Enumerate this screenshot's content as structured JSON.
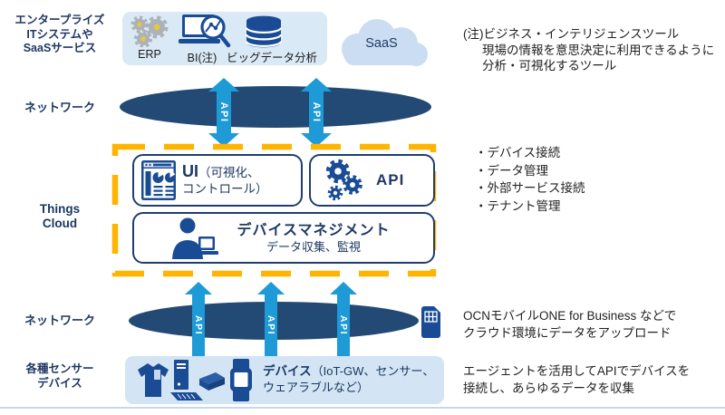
{
  "labels": {
    "api": "API"
  },
  "left_column": {
    "enterprise_line1": "エンタープライズ",
    "enterprise_line2": "ITシステムや",
    "enterprise_line3": "SaaSサービス",
    "network_top": "ネットワーク",
    "things_cloud_line1": "Things",
    "things_cloud_line2": "Cloud",
    "network_bottom": "ネットワーク",
    "sensors_line1": "各種センサー",
    "sensors_line2": "デバイス"
  },
  "enterprise_box": {
    "erp": "ERP",
    "bi": "BI(注)",
    "bigdata": "ビッグデータ分析"
  },
  "saas": {
    "label": "SaaS"
  },
  "note": {
    "line1": "(注)ビジネス・インテリジェンスツール",
    "line2": "現場の情報を意思決定に利用できるように",
    "line3": "分析・可視化するツール"
  },
  "things_cloud": {
    "ui_title": "UI",
    "ui_paren1": "（可視化、",
    "ui_paren2": "コントロール）",
    "api": "API",
    "devmgmt_title": "デバイスマネジメント",
    "devmgmt_sub": "データ収集、監視"
  },
  "features": [
    "・デバイス接続",
    "・データ管理",
    "・外部サービス接続",
    "・テナント管理"
  ],
  "device_box": {
    "bold": "デバイス",
    "rest_line1": "（IoT-GW、センサー、",
    "rest_line2": "ウェアラブルなど）"
  },
  "ocn": {
    "line1": "OCNモバイルONE for Business などで",
    "line2": "クラウド環境にデータをアップロード"
  },
  "agent": {
    "line1": "エージェントを活用してAPIでデバイスを",
    "line2": "接続し、あらゆるデータを収集"
  },
  "colors": {
    "navy_ellipse": "#234A74",
    "icon_navy": "#1A4C96",
    "arrow_blue": "#1E9BD6",
    "dash_orange": "#FFB400",
    "panel_blue": "#DAE9F6",
    "text_navy": "#1F3864"
  }
}
